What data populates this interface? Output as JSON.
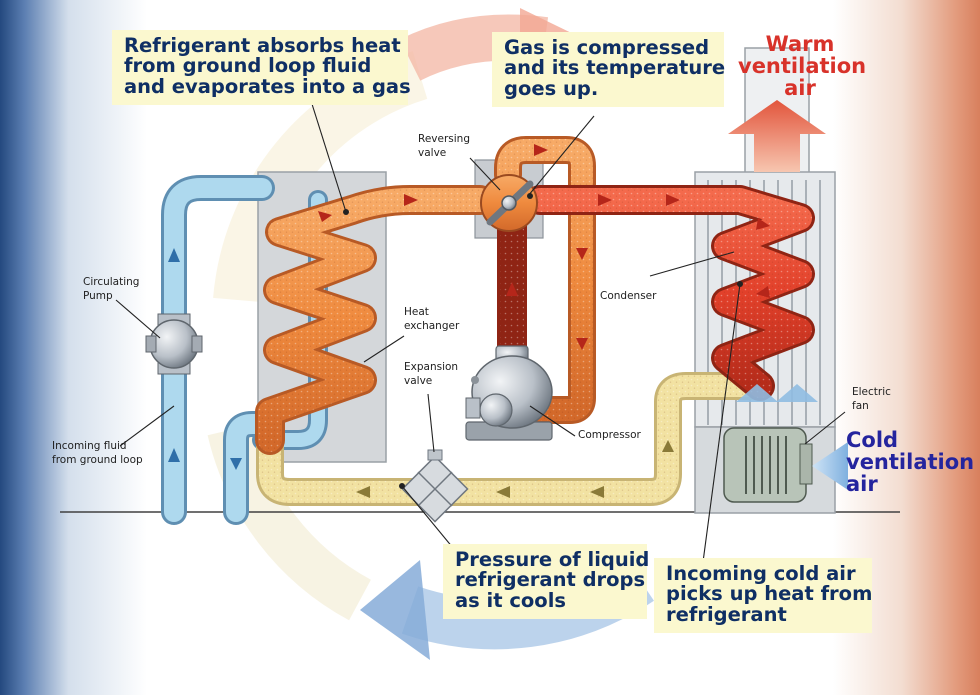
{
  "callouts": {
    "evaporate": [
      "Refrigerant absorbs heat",
      "from ground loop fluid",
      "and evaporates into a gas"
    ],
    "compress": [
      "Gas is compressed",
      "and its temperature",
      "goes up."
    ],
    "pressure": [
      "Pressure of liquid",
      "refrigerant drops",
      "as it cools"
    ],
    "cold_air": [
      "Incoming cold air",
      "picks up heat from",
      "refrigerant"
    ]
  },
  "labels": {
    "reversing_valve": [
      "Reversing",
      "valve"
    ],
    "circulating_pump": [
      "Circulating",
      "Pump"
    ],
    "heat_exchanger": [
      "Heat",
      "exchanger"
    ],
    "expansion_valve": [
      "Expansion",
      "valve"
    ],
    "condenser": [
      "Condenser"
    ],
    "compressor": [
      "Compressor"
    ],
    "electric_fan": [
      "Electric",
      "fan"
    ],
    "incoming_fluid": [
      "Incoming fluid",
      "from ground loop"
    ]
  },
  "air_labels": {
    "warm": [
      "Warm",
      "ventilation",
      "air"
    ],
    "cold": [
      "Cold",
      "ventilation",
      "air"
    ]
  },
  "colors": {
    "callout_bg": "#fbf8cf",
    "callout_text": "#0f2f64",
    "warm_text": "#d8322a",
    "cold_text": "#24249e",
    "hot_pipe": "#e2402a",
    "warm_pipe": "#f08a40",
    "cool_pipe": "#f0d890",
    "fluid_pipe": "#a8d8ee"
  }
}
